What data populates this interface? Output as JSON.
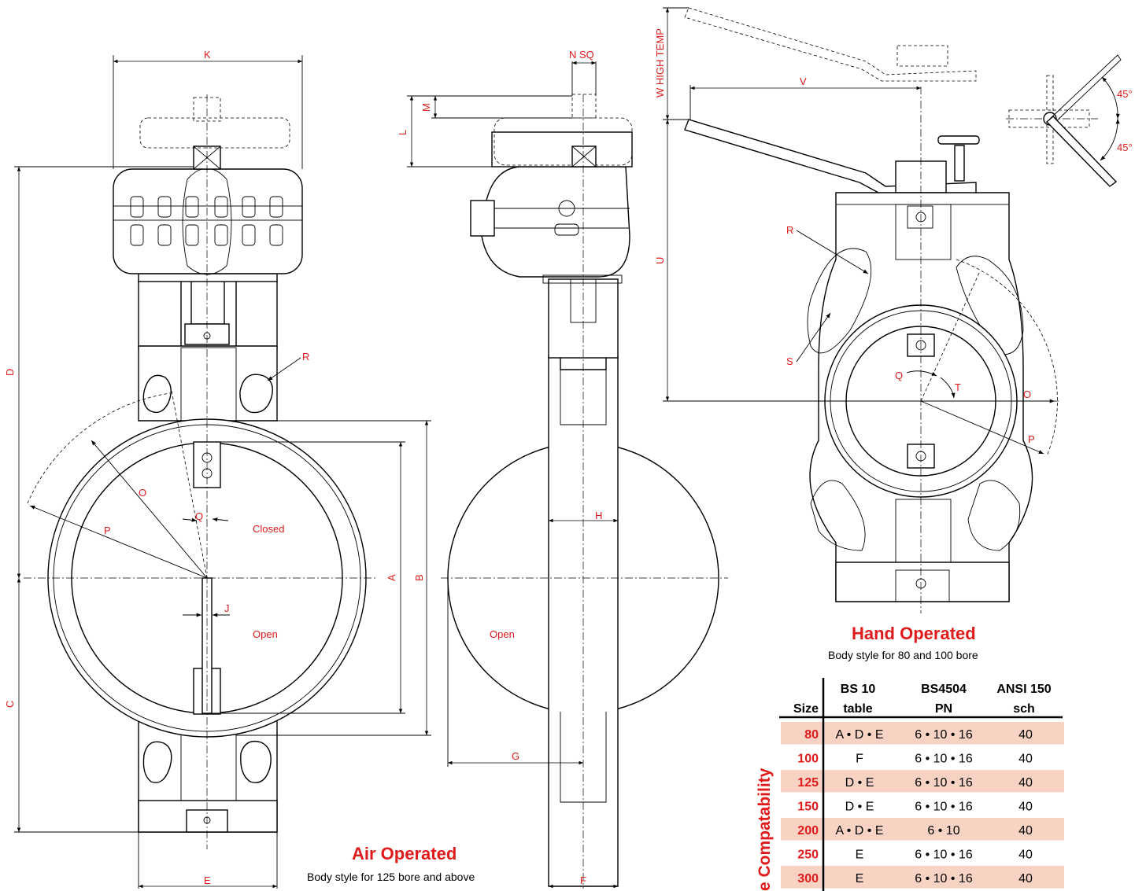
{
  "labels": {
    "K": "K",
    "N_SQ": "N SQ",
    "M": "M",
    "L": "L",
    "W": "W HIGH TEMP",
    "V": "V",
    "U": "U",
    "R_left": "R",
    "R_right": "R",
    "S": "S",
    "Q_right": "Q",
    "T": "T",
    "O_right": "O",
    "P_right": "P",
    "D": "D",
    "O_left": "O",
    "P_left": "P",
    "Q_left": "Q",
    "closed": "Closed",
    "open_left": "Open",
    "open_mid": "Open",
    "A": "A",
    "B": "B",
    "J": "J",
    "C": "C",
    "E": "E",
    "F": "F",
    "G": "G",
    "H": "H",
    "angle_top": "45°",
    "angle_bottom": "45°"
  },
  "air": {
    "title": "Air Operated",
    "subtitle": "Body style for 125 bore and above"
  },
  "hand": {
    "title": "Hand Operated",
    "subtitle": "Body style for 80 and 100 bore"
  },
  "table": {
    "side_title": "e Compatability",
    "headers": [
      {
        "line1": "",
        "line2": "Size"
      },
      {
        "line1": "BS 10",
        "line2": "table"
      },
      {
        "line1": "BS4504",
        "line2": "PN"
      },
      {
        "line1": "ANSI 150",
        "line2": "sch"
      }
    ],
    "rows": [
      {
        "size": "80",
        "bs10": "A • D • E",
        "bs4504": "6 • 10 • 16",
        "ansi": "40",
        "shaded": true
      },
      {
        "size": "100",
        "bs10": "F",
        "bs4504": "6 • 10 • 16",
        "ansi": "40",
        "shaded": false
      },
      {
        "size": "125",
        "bs10": "D • E",
        "bs4504": "6 • 10 • 16",
        "ansi": "40",
        "shaded": true
      },
      {
        "size": "150",
        "bs10": "D • E",
        "bs4504": "6 • 10 • 16",
        "ansi": "40",
        "shaded": false
      },
      {
        "size": "200",
        "bs10": "A • D • E",
        "bs4504": "6 • 10",
        "ansi": "40",
        "shaded": true
      },
      {
        "size": "250",
        "bs10": "E",
        "bs4504": "6 • 10 • 16",
        "ansi": "40",
        "shaded": false
      },
      {
        "size": "300",
        "bs10": "E",
        "bs4504": "6 • 10 • 16",
        "ansi": "40",
        "shaded": true
      }
    ],
    "shade_color": "#f8d3c4",
    "accent_color": "#e01b1b"
  }
}
